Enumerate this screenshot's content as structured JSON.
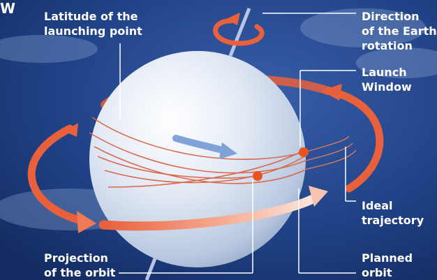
{
  "corner_mark": "W",
  "labels": {
    "latitude": [
      "Latitude of the",
      "launching point"
    ],
    "direction": [
      "Direction",
      "of the Earth's",
      "rotation"
    ],
    "launch_window": [
      "Launch",
      "Window"
    ],
    "ideal_trajectory": [
      "Ideal",
      "trajectory"
    ],
    "projection": [
      "Projection",
      "of the orbit"
    ],
    "planned_orbit": [
      "Planned",
      "orbit"
    ]
  },
  "colors": {
    "background": "#1a3a78",
    "globe": "#dfe7f3",
    "orbit_arrow": "#e8603c",
    "trajectory_line": "#d96a4d",
    "marker": "#e8541e",
    "rotation_arrow": "#7fa3d8",
    "axis": "#b8c6e4",
    "text": "#ffffff"
  }
}
